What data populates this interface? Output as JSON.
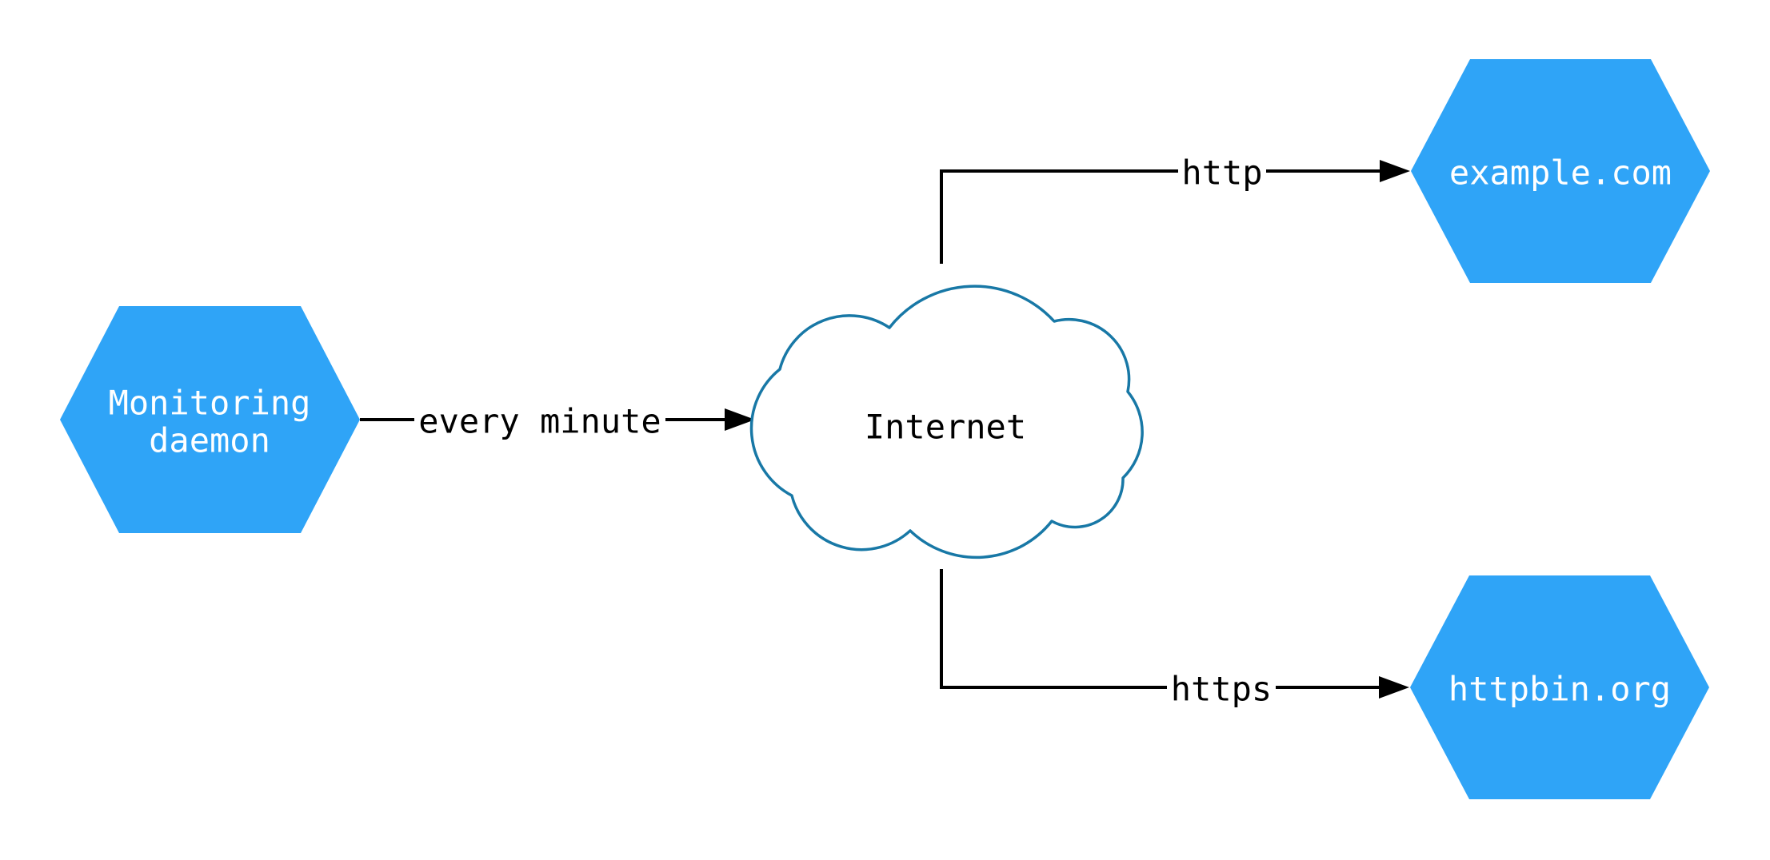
{
  "diagram": {
    "type": "network-monitoring-flow",
    "background": "#ffffff",
    "colors": {
      "node_fill": "#2FA4F7",
      "node_text": "#ffffff",
      "cloud_stroke": "#1878A6",
      "cloud_fill": "#ffffff",
      "edge": "#000000",
      "edge_label_text": "#000000"
    },
    "nodes": {
      "monitoring_daemon": {
        "shape": "hexagon",
        "label": "Monitoring daemon",
        "label_lines": [
          "Monitoring",
          "daemon"
        ]
      },
      "internet": {
        "shape": "cloud",
        "label": "Internet"
      },
      "example_com": {
        "shape": "hexagon",
        "label": "example.com"
      },
      "httpbin_org": {
        "shape": "hexagon",
        "label": "httpbin.org"
      }
    },
    "edges": [
      {
        "from": "monitoring_daemon",
        "to": "internet",
        "label": "every minute"
      },
      {
        "from": "internet",
        "to": "example_com",
        "label": "http"
      },
      {
        "from": "internet",
        "to": "httpbin_org",
        "label": "https"
      }
    ]
  }
}
